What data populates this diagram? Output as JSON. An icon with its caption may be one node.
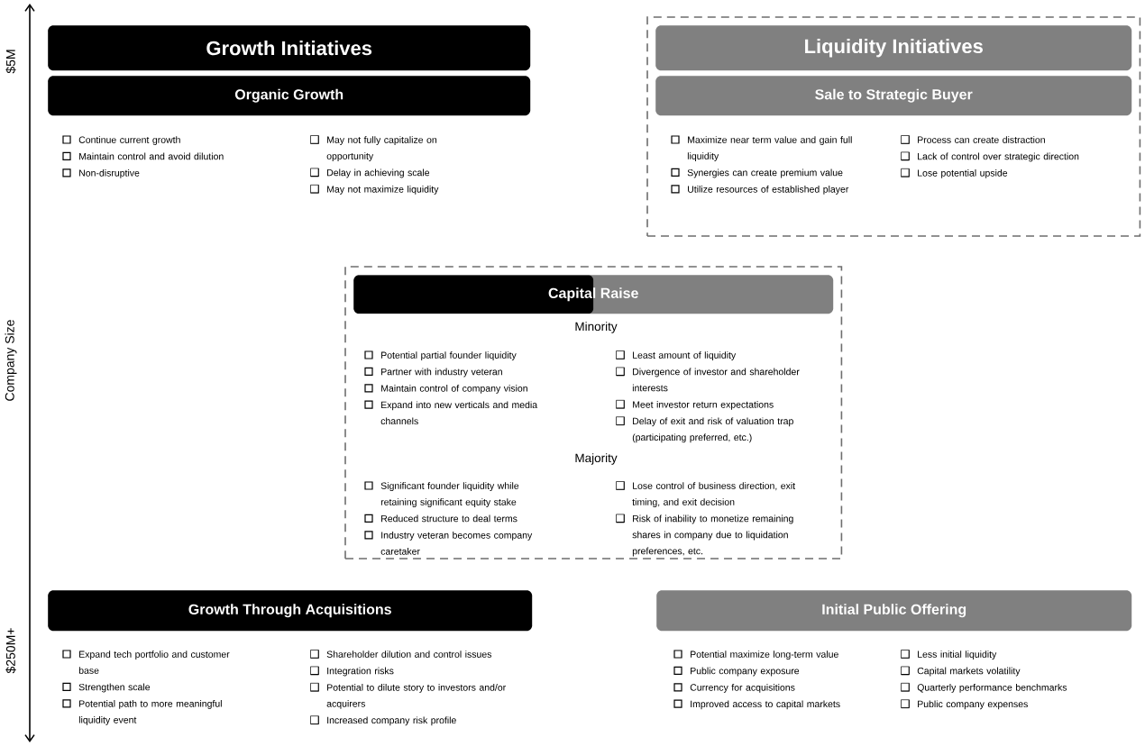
{
  "diagram": {
    "nodes": [
      {
        "text": [
          "Growth Initiatives"
        ]
      },
      {
        "text": [
          "Organic Growth"
        ]
      },
      {
        "text": [],
        "shape": "box"
      },
      {
        "text": [
          "Liquidity Initiatives"
        ],
        "in": 2
      },
      {
        "text": [
          "Sale to Strategic Buyer"
        ],
        "in": 2
      },
      {
        "text": [],
        "shape": "box"
      },
      {
        "text": [
          "Capital Raise"
        ],
        "in": 5
      },
      {
        "text": [
          "Growth Through Acquisitions"
        ]
      },
      {
        "text": [
          "Initial Public Offering"
        ]
      }
    ],
    "labels": [
      "$5M",
      "Company Size",
      "$250M+",
      "Continue current growth",
      "Maintain control and avoid dilution",
      "Non-disruptive",
      "May not fully capitalize on opportunity",
      "Delay in achieving scale",
      "May not maximize liquidity",
      "Maximize near term value and gain full liquidity",
      "Synergies can create premium value",
      "Utilize resources of established player",
      "Process can create distraction",
      "Lack of control over strategic direction",
      "Lose potential upside",
      "Minority",
      "Potential partial founder liquidity",
      "Partner with industry veteran",
      "Maintain control of company vision",
      "Expand into new verticals and media channels",
      "Least amount of liquidity",
      "Divergence of investor and shareholder interests",
      "Meet investor return expectations",
      "Delay of exit and risk of valuation trap (participating preferred, etc.)",
      "Majority",
      "Significant founder liquidity while retaining significant equity stake",
      "Reduced structure to deal terms",
      "Industry veteran becomes company caretaker",
      "Lose control of business direction, exit timing, and exit decision",
      "Risk of inability to monetize remaining shares in company due to liquidation preferences, etc.",
      "Expand tech portfolio and customer base",
      "Strengthen scale",
      "Potential path to more meaningful liquidity event",
      "Shareholder dilution and control issues",
      "Integration risks",
      "Potential to dilute story to investors and/or acquirers",
      "Increased company risk profile",
      "Potential maximize long-term value",
      "Public company exposure",
      "Currency for acquisitions",
      "Improved access to capital markets",
      "Less initial liquidity",
      "Capital markets volatility",
      "Quarterly performance benchmarks",
      "Public company expenses"
    ]
  }
}
